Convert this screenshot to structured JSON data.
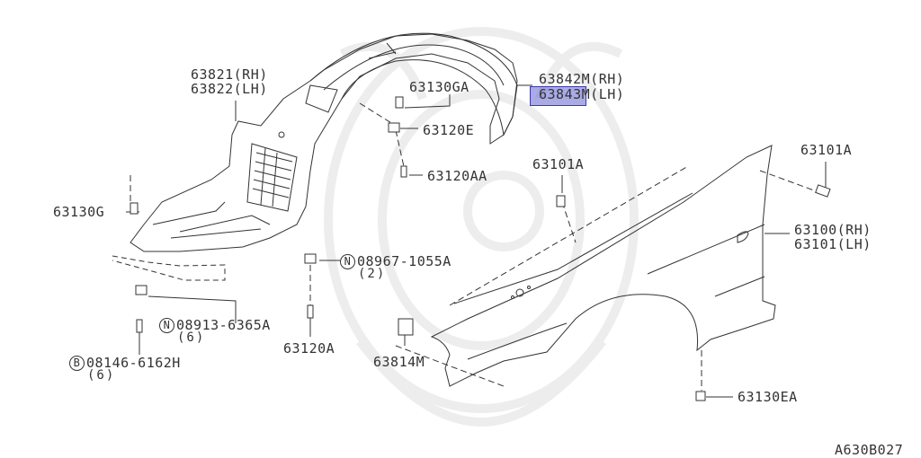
{
  "diagram": {
    "id_code": "A630B027",
    "highlight_color": "#6464d2",
    "line_color": "#333333",
    "watermark_color": "#ececec",
    "callouts": [
      {
        "id": "front-fender-protector-rh-lh",
        "lines": [
          "63821(RH)",
          "63822(LH)"
        ]
      },
      {
        "id": "protector-rh",
        "lines": [
          "63842M(RH)"
        ]
      },
      {
        "id": "protector-lh",
        "prefix": "63843",
        "suffix": "M(LH)",
        "highlighted": true
      },
      {
        "id": "clip-63130GA",
        "lines": [
          "63130GA"
        ]
      },
      {
        "id": "nut-63120E",
        "lines": [
          "63120E"
        ]
      },
      {
        "id": "screw-63120AA",
        "lines": [
          "63120AA"
        ]
      },
      {
        "id": "bolt-63101A-center",
        "lines": [
          "63101A"
        ]
      },
      {
        "id": "bolt-63101A-right",
        "lines": [
          "63101A"
        ]
      },
      {
        "id": "fender-rh-lh",
        "lines": [
          "63100(RH)",
          "63101(LH)"
        ]
      },
      {
        "id": "clip-63130G",
        "lines": [
          "63130G"
        ]
      },
      {
        "id": "nut-08967",
        "badge": "N",
        "number": "08967-1055A",
        "qty": "(2)"
      },
      {
        "id": "nut-08913",
        "badge": "N",
        "number": "08913-6365A",
        "qty": "(6)"
      },
      {
        "id": "bolt-08146",
        "badge": "B",
        "number": "08146-6162H",
        "qty": "(6)"
      },
      {
        "id": "screw-63120A",
        "lines": [
          "63120A"
        ]
      },
      {
        "id": "bracket-63814M",
        "lines": [
          "63814M"
        ]
      },
      {
        "id": "clip-63130EA",
        "lines": [
          "63130EA"
        ]
      }
    ]
  }
}
